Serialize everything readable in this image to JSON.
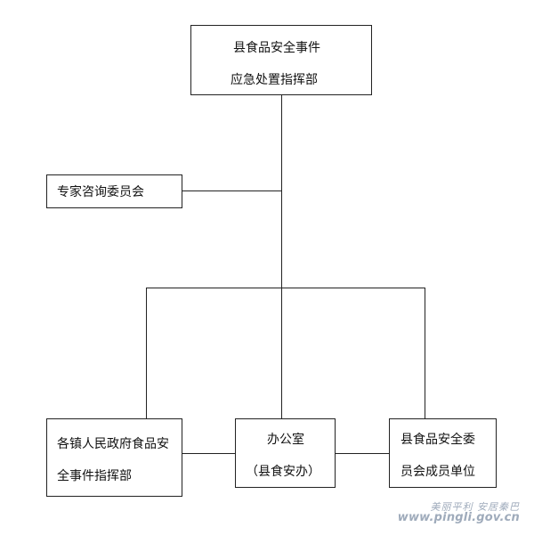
{
  "diagram": {
    "nodes": {
      "hq": {
        "line1": "县食品安全事件",
        "line2": "应急处置指挥部"
      },
      "expert": {
        "label": "专家咨询委员会"
      },
      "town": {
        "line1": "各镇人民政府食品安",
        "line2": "全事件指挥部"
      },
      "office": {
        "line1": "办公室",
        "line2": "（县食安办）"
      },
      "members": {
        "line1": "县食品安全委",
        "line2": "员会成员单位"
      }
    }
  },
  "watermark": {
    "line1": "美丽平利 安居秦巴",
    "line2": "www.pingli.gov.cn"
  },
  "colors": {
    "stroke": "#222222",
    "text": "#111111",
    "watermark": "#9aa7b8",
    "background": "#ffffff"
  }
}
